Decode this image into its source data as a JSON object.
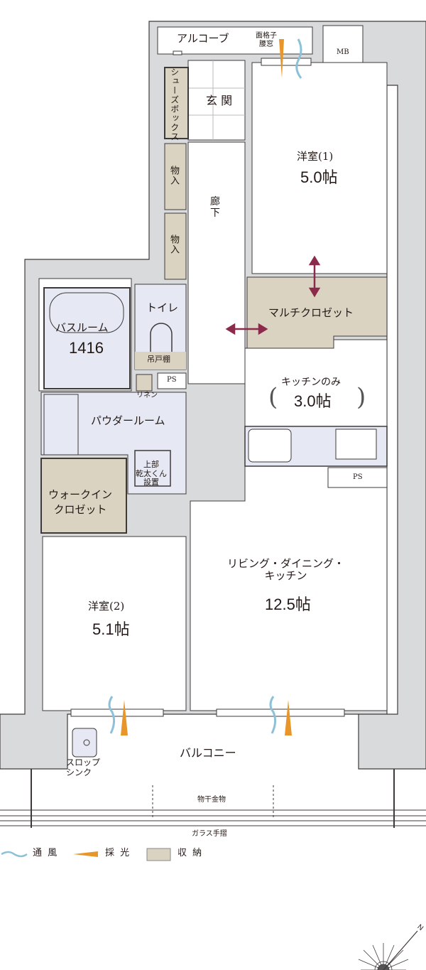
{
  "colors": {
    "wall": "#d9dadb",
    "outline": "#3e3a39",
    "storage": "#dbd3c2",
    "wet": "#e6e9f4",
    "wind": "#8cc1d9",
    "light": "#e8962a",
    "arrow": "#8b2a4a"
  },
  "rooms": {
    "alcove": "アルコーブ",
    "lattice_window": "面格子\n腰窓",
    "mb": "MB",
    "shoe_box": "シューズボックス",
    "entrance": "玄 関",
    "storage1": "物入",
    "storage2": "物入",
    "hallway": "廊\n下",
    "western1_name": "洋室(1)",
    "western1_size": "5.0帖",
    "multi_closet": "マルチクロゼット",
    "toilet": "トイレ",
    "hanging_shelf": "吊戸棚",
    "ps1": "PS",
    "bathroom": "バスルーム",
    "bath_size": "1416",
    "linen": "リネン",
    "powder_room": "パウダールーム",
    "dryer": "上部\n乾太くん\n設置",
    "wic": "ウォークイン\nクロゼット",
    "kitchen_only": "キッチンのみ",
    "kitchen_size": "3.0帖",
    "ps2": "PS",
    "ldk_name": "リビング・ダイニング・\nキッチン",
    "ldk_size": "12.5帖",
    "western2_name": "洋室(2)",
    "western2_size": "5.1帖",
    "balcony": "バルコニー",
    "slop_sink": "スロップ\nシンク",
    "drying_hardware": "物干金物",
    "glass_railing": "ガラス手摺"
  },
  "legend": {
    "ventilation": "通 風",
    "daylight": "採 光",
    "storage": "収 納"
  },
  "compass": {
    "north": "N"
  }
}
